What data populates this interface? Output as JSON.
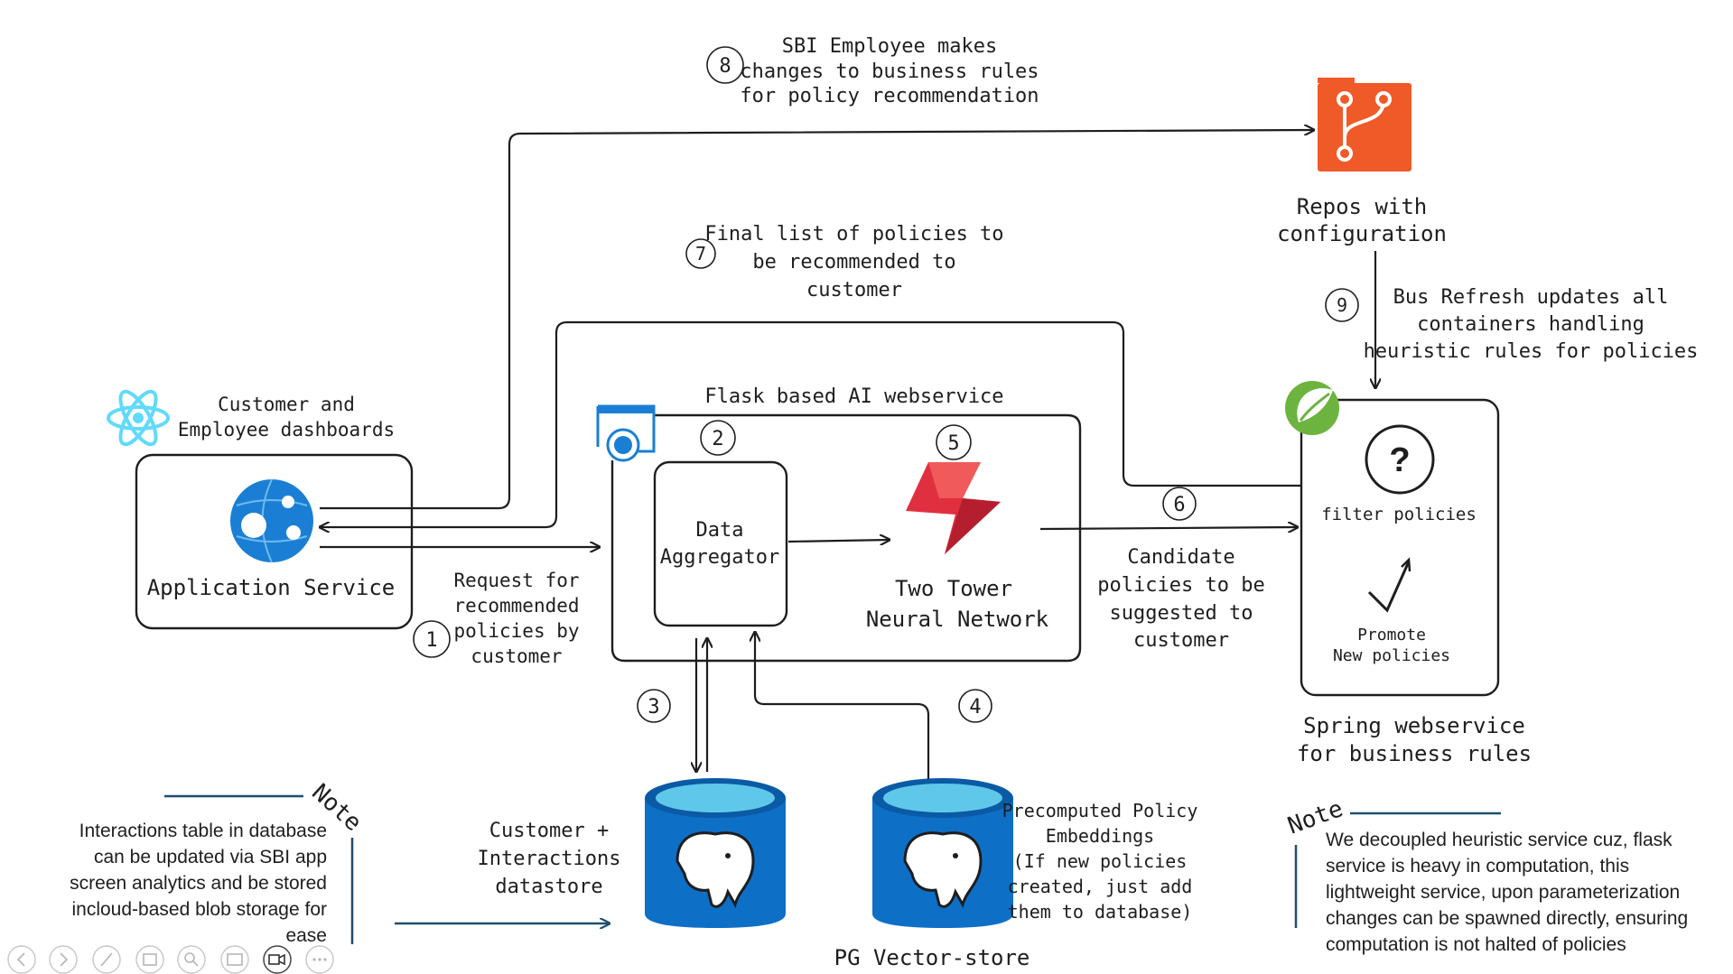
{
  "steps": {
    "s1": "1",
    "s2": "2",
    "s3": "3",
    "s4": "4",
    "s5": "5",
    "s6": "6",
    "s7": "7",
    "s8": "8",
    "s9": "9"
  },
  "labels": {
    "step8": [
      "SBI Employee makes",
      "changes to business rules",
      "for policy recommendation"
    ],
    "step7": [
      "Final list of policies to",
      "be recommended to",
      "customer"
    ],
    "step9": [
      "Bus Refresh updates all",
      "containers handling",
      "heuristic rules for policies"
    ],
    "step1": [
      "Request for",
      "recommended",
      "policies by",
      "customer"
    ],
    "step6": [
      "Candidate",
      "policies to be",
      "suggested to",
      "customer"
    ],
    "dashboards": [
      "Customer and",
      "Employee dashboards"
    ],
    "app_service": "Application Service",
    "flask": "Flask based AI webservice",
    "aggregator": [
      "Data",
      "Aggregator"
    ],
    "two_tower": [
      "Two Tower",
      "Neural Network"
    ],
    "repos": [
      "Repos with",
      "configuration"
    ],
    "filter": "filter policies",
    "promote": [
      "Promote",
      "New policies"
    ],
    "spring": [
      "Spring webservice",
      "for business rules"
    ],
    "datastore": [
      "Customer +",
      "Interactions",
      "datastore"
    ],
    "embeddings": [
      "Precomputed Policy",
      "Embeddings",
      "(If new policies",
      "created, just add",
      "them to database)"
    ],
    "pg": "PG Vector-store",
    "question": "?"
  },
  "notes": {
    "left_title": "Note",
    "left_lines": [
      "Interactions table in database",
      "can be updated via SBI app",
      "screen analytics and be stored",
      "incloud-based blob storage for",
      "ease"
    ],
    "right_title": "Note",
    "right_lines": [
      "We decoupled heuristic service cuz, flask",
      "service is heavy in computation, this",
      "lightweight service, upon parameterization",
      "changes can be spawned directly, ensuring",
      "computation is not halted of policies"
    ]
  },
  "colors": {
    "git_orange": "#f05a28",
    "azure_blue": "#1a7fd4",
    "react_cyan": "#61dafb",
    "pg_blue": "#0e6fc7",
    "pg_top": "#5fc8ea",
    "spring_green": "#6db33f",
    "bolt_red": "#e03040",
    "note_line": "#1f4e6e"
  },
  "icons": [
    "react-icon",
    "azure-app-service-icon",
    "flask-webservice-icon",
    "firebase-bolt-icon",
    "git-repo-icon",
    "spring-icon",
    "postgres-icon",
    "question-icon",
    "checkmark-icon"
  ],
  "toolbar": [
    "prev-icon",
    "next-icon",
    "pen-icon",
    "slides-icon",
    "zoom-icon",
    "subtitle-icon",
    "camera-icon",
    "more-icon"
  ]
}
